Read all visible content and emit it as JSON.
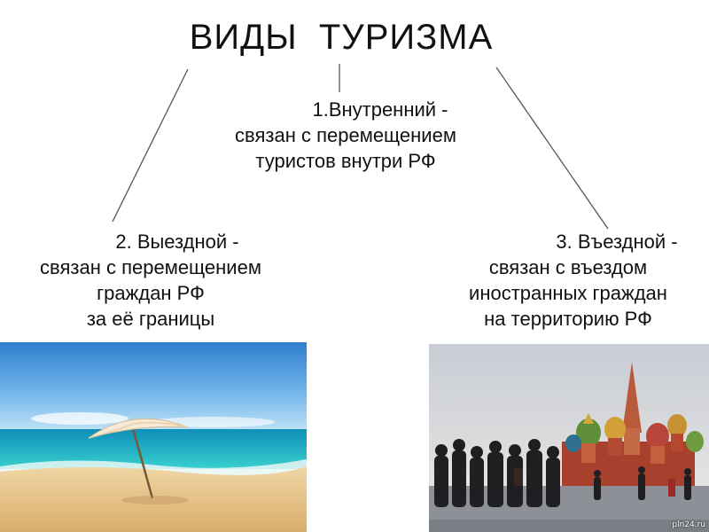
{
  "title": "ВИДЫ  ТУРИЗМА",
  "types": {
    "internal": {
      "line1": "1.Внутренний -",
      "line2": "связан с перемещением",
      "line3": "туристов  внутри РФ"
    },
    "outbound": {
      "line1": "2. Выездной -",
      "line2": "связан с перемещением",
      "line3": "граждан РФ",
      "line4": "за её границы"
    },
    "inbound": {
      "line1": "3. Въездной -",
      "line2": "связан с въездом",
      "line3": "иностранных граждан",
      "line4": "на территорию РФ"
    }
  },
  "photos": {
    "beach": {
      "subject": "beach-umbrella-on-sea-shore"
    },
    "moscow": {
      "subject": "tourists-at-st-basils-cathedral",
      "watermark": "pln24.ru"
    }
  },
  "colors": {
    "text": "#111111",
    "connector": "#555555",
    "sky_top": "#3f8fd6",
    "sea": "#1fb3c4",
    "sand": "#e7c48e",
    "evening_sky": "#d9dde3",
    "square": "#8b8f95"
  }
}
